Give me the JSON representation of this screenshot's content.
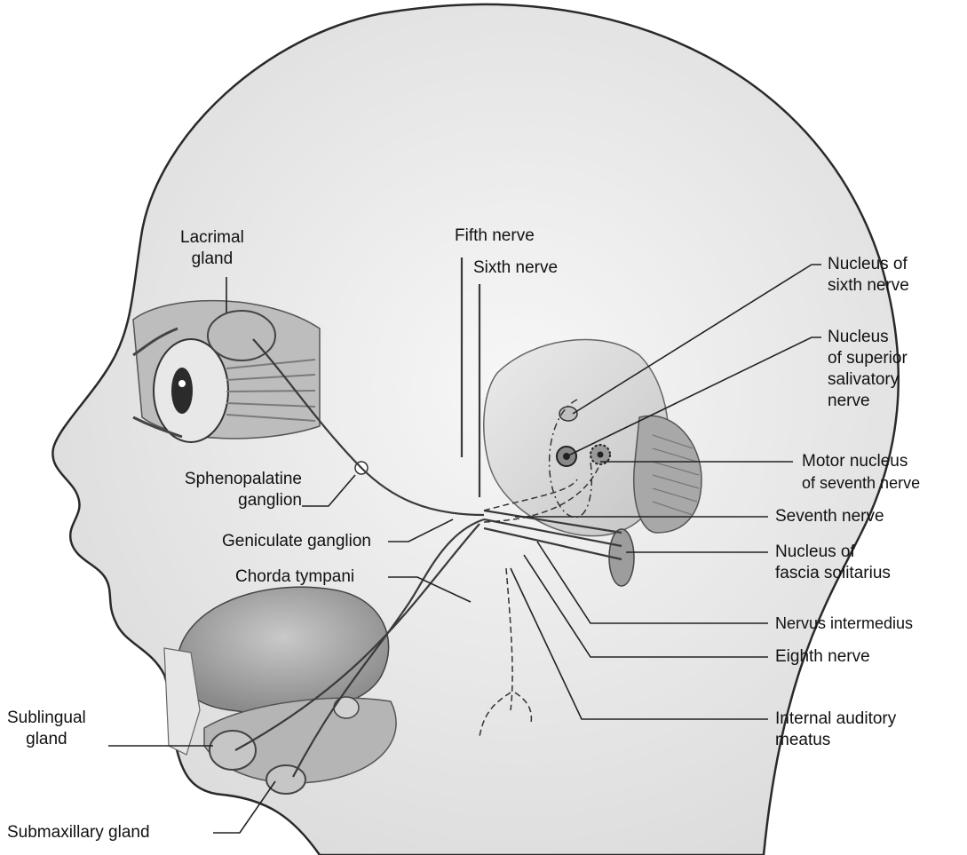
{
  "labels": {
    "lacrimal_gland": [
      "Lacrimal",
      "gland"
    ],
    "fifth_nerve": "Fifth nerve",
    "sixth_nerve": "Sixth nerve",
    "nucleus_sixth": [
      "Nucleus of",
      "sixth nerve"
    ],
    "nucleus_superior_salivatory": [
      "Nucleus",
      "of superior",
      "salivatory",
      "nerve"
    ],
    "motor_nucleus_seventh": [
      "Motor nucleus",
      "of seventh nerve"
    ],
    "seventh_nerve": "Seventh nerve",
    "nucleus_fascia_solitarius": [
      "Nucleus of",
      "fascia solitarius"
    ],
    "nervus_intermedius": "Nervus intermedius",
    "eighth_nerve": "Eighth nerve",
    "internal_auditory_meatus": [
      "Internal auditory",
      "meatus"
    ],
    "sphenopalatine_ganglion": [
      "Sphenopalatine",
      "ganglion"
    ],
    "geniculate_ganglion": "Geniculate ganglion",
    "chorda_tympani": "Chorda tympani",
    "sublingual_gland": [
      "Sublingual",
      "gland"
    ],
    "submaxillary_gland": "Submaxillary gland"
  }
}
